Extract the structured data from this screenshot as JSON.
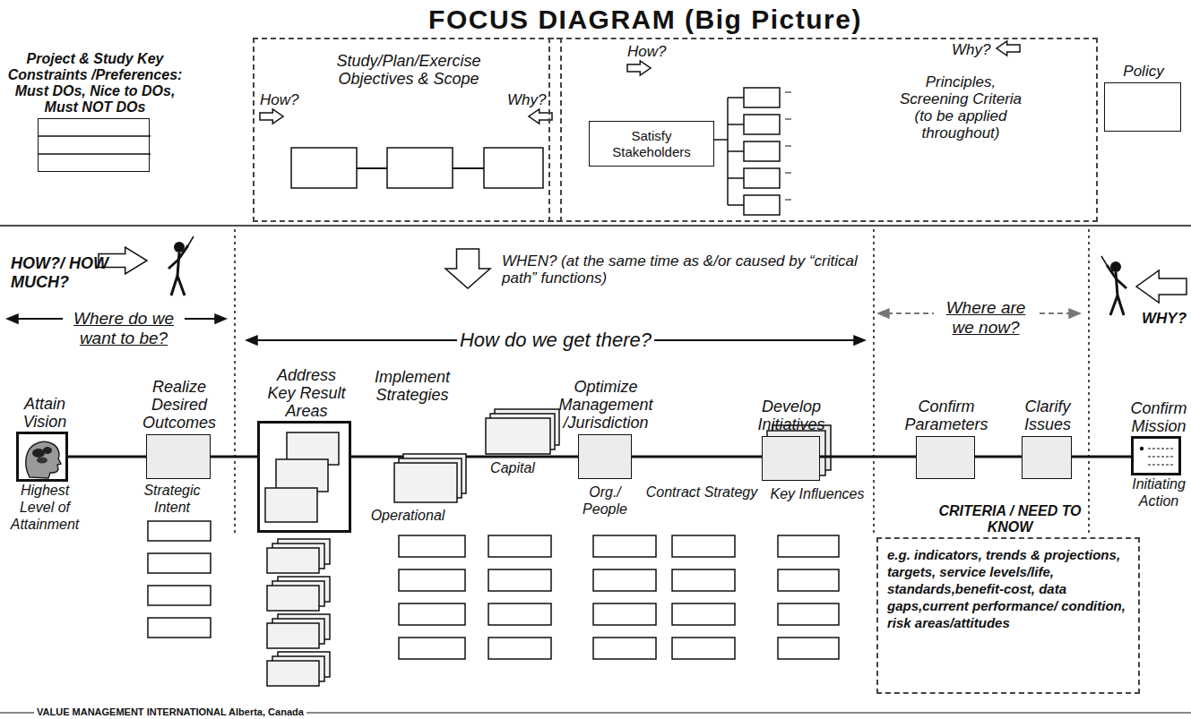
{
  "diagram": {
    "title": "FOCUS DIAGRAM (Big Picture)",
    "caption": "VALUE MANAGEMENT INTERNATIONAL Alberta, Canada",
    "nodes": [
      {
        "text": [
          "Project & Study Key Constraints /Preferences: Must DOs, Nice to DOs, Must NOT DOs"
        ]
      },
      {
        "text": [
          "Study/Plan/Exercise Objectives & Scope",
          "How?",
          "Why?"
        ]
      },
      {
        "text": [
          "How?",
          "Why?",
          "Principles, Screening Criteria (to be applied throughout)"
        ]
      },
      {
        "text": [
          "Satisfy Stakeholders"
        ],
        "in": 2
      },
      {
        "text": [
          "Policy"
        ]
      },
      {
        "text": [
          "Attain Vision",
          "Highest Level of Attainment"
        ]
      },
      {
        "text": [
          "Realize Desired Outcomes"
        ]
      },
      {
        "text": [
          "Address Key Result Areas"
        ]
      },
      {
        "text": [
          "Implement Strategies"
        ]
      },
      {
        "text": [
          "Optimize Management /Jurisdiction"
        ]
      },
      {
        "text": [
          "Develop Initiatives"
        ]
      },
      {
        "text": [
          "Confirm Parameters"
        ]
      },
      {
        "text": [
          "Clarify Issues"
        ]
      },
      {
        "text": [
          "Confirm Mission",
          "Initiating Action"
        ]
      },
      {
        "text": [
          "CRITERIA / NEED TO KNOW",
          "e.g. indicators, trends & projections, targets, service levels/life, standards,benefit-cost, data gaps,current performance/ condition, risk areas/attitudes"
        ]
      }
    ],
    "edges": [
      {
        "from": 5,
        "to": 6,
        "arrow": "none"
      },
      {
        "from": 6,
        "to": 7,
        "arrow": "none"
      },
      {
        "from": 7,
        "to": 8,
        "arrow": "none"
      },
      {
        "from": 8,
        "to": 9,
        "arrow": "none"
      },
      {
        "from": 9,
        "to": 10,
        "arrow": "none"
      },
      {
        "from": 10,
        "to": 11,
        "arrow": "none"
      },
      {
        "from": 11,
        "to": 12,
        "arrow": "none"
      },
      {
        "from": 12,
        "to": 13,
        "arrow": "none"
      }
    ],
    "labels": [
      "Strategic Intent",
      "Capital",
      "Operational",
      "Org./ People",
      "Contract Strategy",
      "Key Influences",
      "HOW?/ HOW MUCH?",
      "Where do we want to be?",
      "WHEN? (at the same time as &/or caused by “critical path” functions)",
      "How do we get there?",
      "Where are we now?",
      "WHY?"
    ]
  }
}
